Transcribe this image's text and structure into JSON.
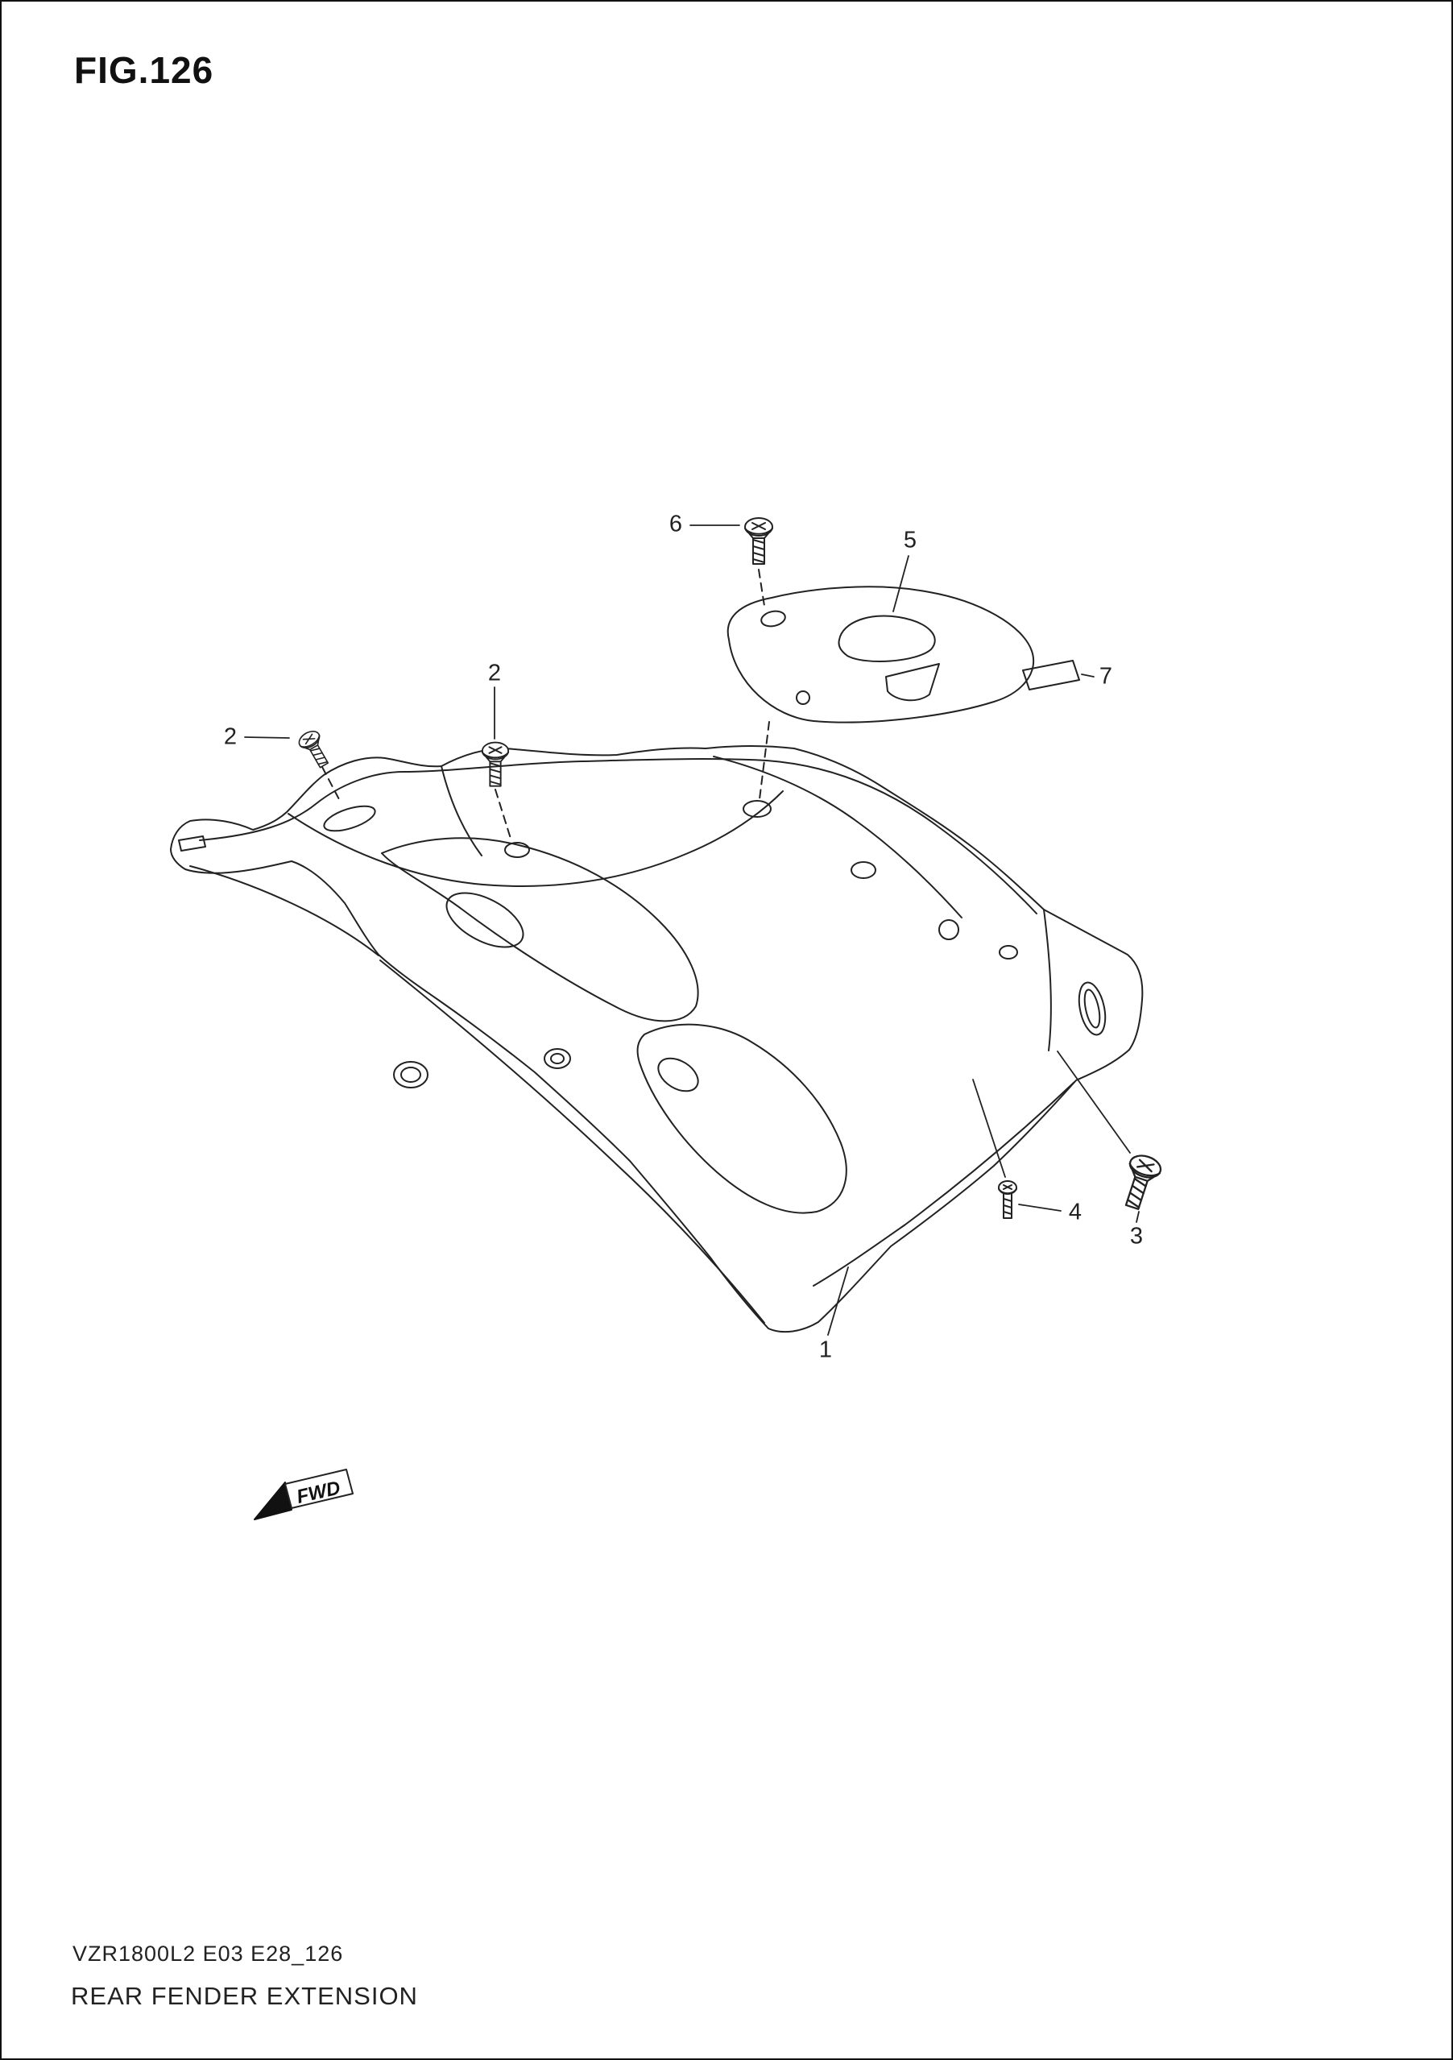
{
  "title": "FIG.126",
  "diagram": {
    "fwd_label": "FWD",
    "callouts": [
      {
        "id": "callout-6",
        "label": "6"
      },
      {
        "id": "callout-5",
        "label": "5"
      },
      {
        "id": "callout-7",
        "label": "7"
      },
      {
        "id": "callout-2-top",
        "label": "2"
      },
      {
        "id": "callout-2-left",
        "label": "2"
      },
      {
        "id": "callout-3",
        "label": "3"
      },
      {
        "id": "callout-4",
        "label": "4"
      },
      {
        "id": "callout-1",
        "label": "1"
      }
    ]
  },
  "footer": {
    "code": "VZR1800L2 E03 E28_126",
    "name": "REAR FENDER EXTENSION"
  },
  "colors": {
    "line": "#222222",
    "background": "#ffffff"
  }
}
